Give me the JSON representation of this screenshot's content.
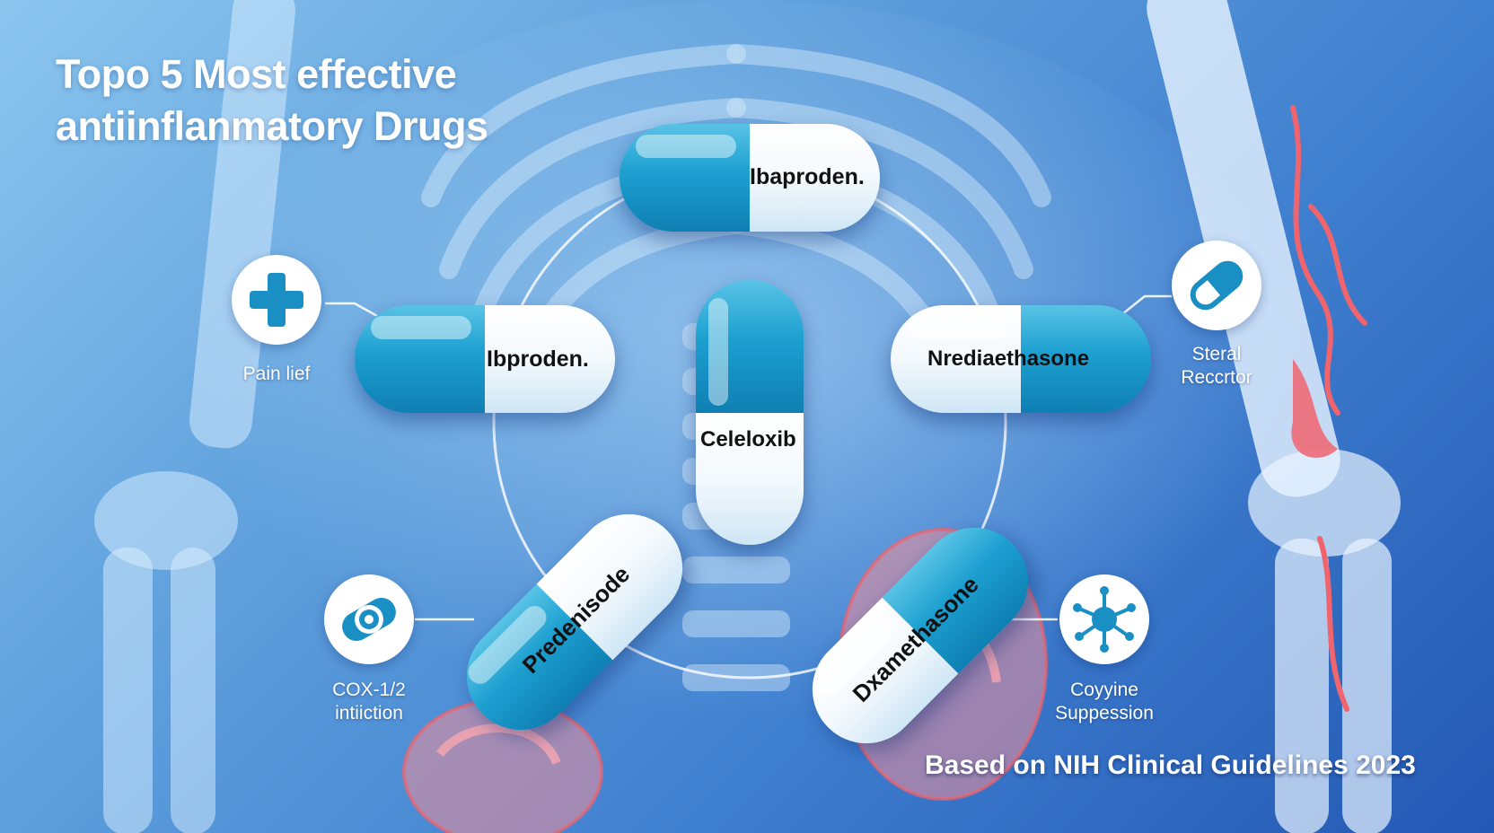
{
  "header": {
    "title_line1": "Topo 5 Most effective",
    "title_line2": "antiinflanmatory Drugs"
  },
  "capsules": [
    {
      "label": "Ibaproden."
    },
    {
      "label": "Ibproden."
    },
    {
      "label": "Celeloxib"
    },
    {
      "label": "Nrediaethasone"
    },
    {
      "label": "Predenisode"
    },
    {
      "label": "Dxamethasone"
    }
  ],
  "mechanisms": [
    {
      "icon": "medical-cross-icon",
      "line1": "Pain lief",
      "line2": ""
    },
    {
      "icon": "pill-capsule-icon",
      "line1": "Steral",
      "line2": "Reccrtor"
    },
    {
      "icon": "target-receptor-icon",
      "line1": "COX-1/2",
      "line2": "intiiction"
    },
    {
      "icon": "cytokine-molecule-icon",
      "line1": "Coyyine",
      "line2": "Suppession"
    }
  ],
  "footer": {
    "source": "Based on NIH Clinical Guidelines 2023"
  },
  "colors": {
    "capsule_blue": "#1c9fd0",
    "capsule_white": "#ffffff",
    "icon_teal": "#1a8fc4",
    "inflammation_red": "#f0646e",
    "background_dark": "#2358b4",
    "background_light": "#8cc6ef"
  }
}
